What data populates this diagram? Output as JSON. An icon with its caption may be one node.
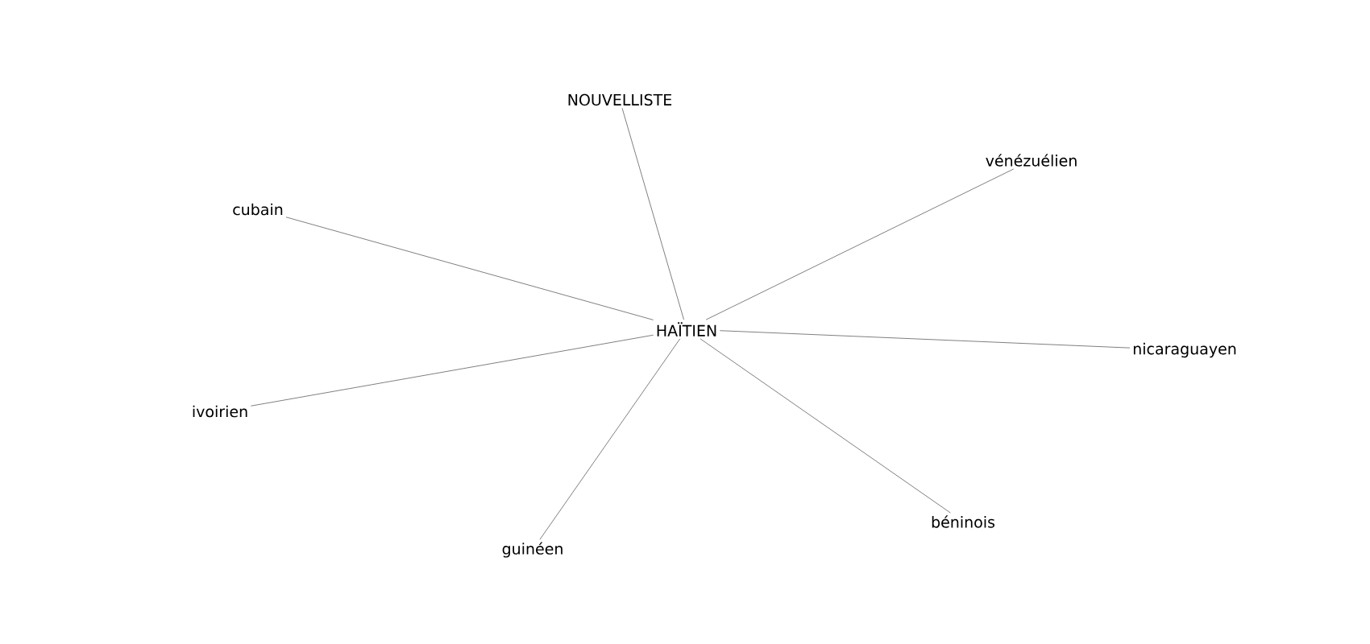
{
  "diagram": {
    "nodes": [
      {
        "text": [
          "NOUVELLISTE"
        ]
      },
      {
        "text": [
          "vénézuélien"
        ]
      },
      {
        "text": [
          "cubain"
        ]
      },
      {
        "text": [
          "HAÏTIEN"
        ]
      },
      {
        "text": [
          "nicaraguayen"
        ]
      },
      {
        "text": [
          "ivoirien"
        ]
      },
      {
        "text": [
          "béninois"
        ]
      },
      {
        "text": [
          "guinéen"
        ]
      }
    ],
    "edges": [
      {
        "from": 3,
        "to": 0,
        "arrow": "none"
      },
      {
        "from": 3,
        "to": 1,
        "arrow": "none"
      },
      {
        "from": 3,
        "to": 2,
        "arrow": "none"
      },
      {
        "from": 3,
        "to": 4,
        "arrow": "none"
      },
      {
        "from": 3,
        "to": 5,
        "arrow": "none"
      },
      {
        "from": 3,
        "to": 6,
        "arrow": "none"
      },
      {
        "from": 3,
        "to": 7,
        "arrow": "none"
      }
    ]
  }
}
